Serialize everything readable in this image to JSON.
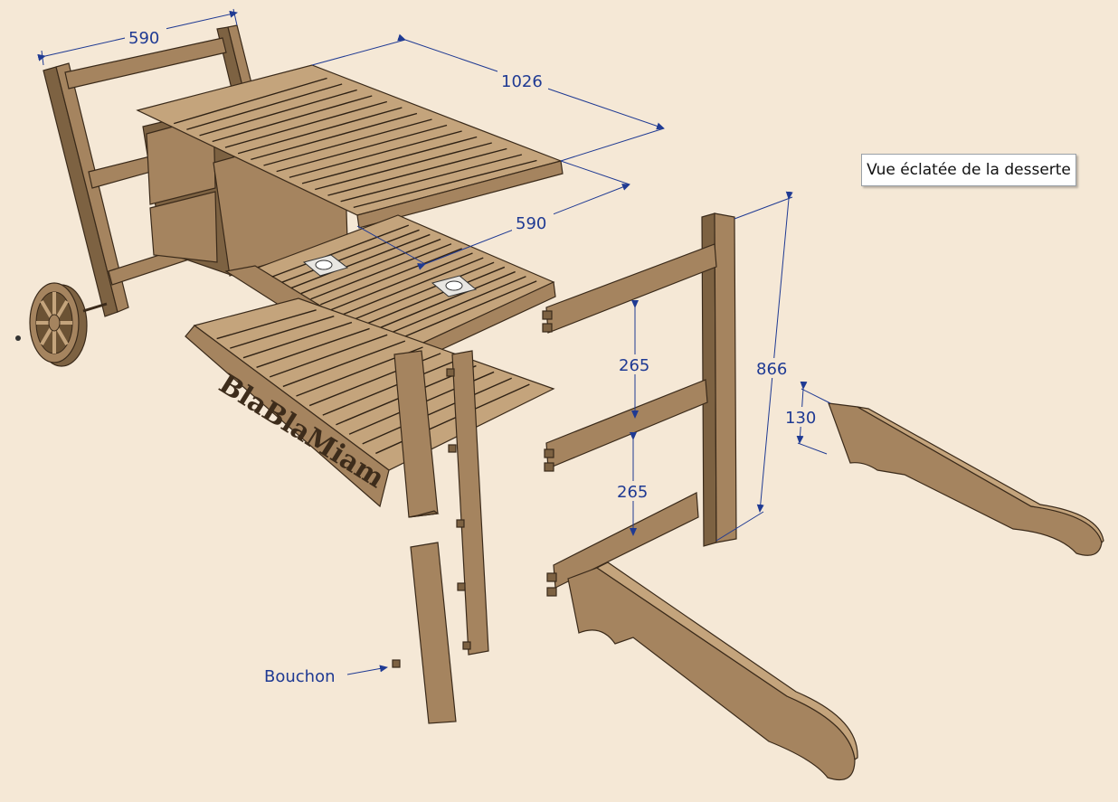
{
  "title": "Vue éclatée de la desserte",
  "brand_text": "BlaBlaMiam",
  "dimensions": {
    "width_top": "590",
    "length": "1026",
    "width_mid": "590",
    "spacing_upper": "265",
    "spacing_lower": "265",
    "height": "866",
    "foot_height": "130"
  },
  "labels": {
    "bouchon": "Bouchon"
  },
  "colors": {
    "background": "#f5e8d6",
    "wood": "#a5845f",
    "dimension": "#1f3a93"
  }
}
